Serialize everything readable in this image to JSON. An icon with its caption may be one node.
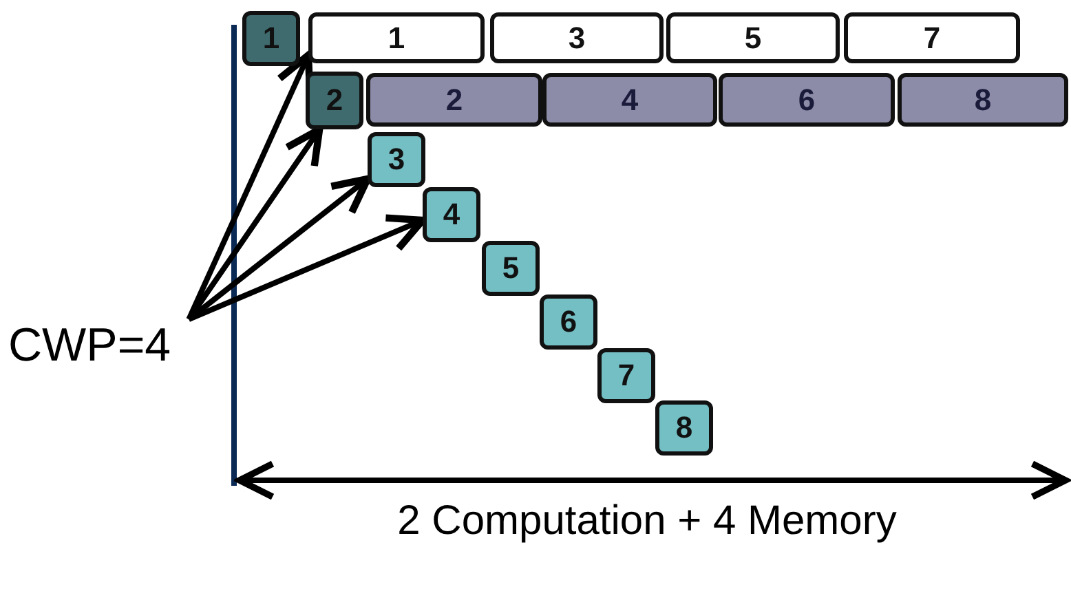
{
  "diagram": {
    "nodes": [
      {
        "text": [
          "1"
        ]
      },
      {
        "text": [
          "1"
        ]
      },
      {
        "text": [
          "3"
        ]
      },
      {
        "text": [
          "5"
        ]
      },
      {
        "text": [
          "7"
        ]
      },
      {
        "text": [
          "2"
        ]
      },
      {
        "text": [
          "2"
        ]
      },
      {
        "text": [
          "4"
        ]
      },
      {
        "text": [
          "6"
        ]
      },
      {
        "text": [
          "8"
        ]
      },
      {
        "text": [
          "3"
        ]
      },
      {
        "text": [
          "4"
        ]
      },
      {
        "text": [
          "5"
        ]
      },
      {
        "text": [
          "6"
        ]
      },
      {
        "text": [
          "7"
        ]
      },
      {
        "text": [
          "8"
        ]
      },
      {
        "text": [
          "CWP=4"
        ]
      }
    ],
    "edges": [
      {
        "from": 16,
        "to": 1,
        "arrow": "to"
      },
      {
        "from": 16,
        "to": 5,
        "arrow": "to"
      },
      {
        "from": 16,
        "to": 10,
        "arrow": "to"
      },
      {
        "from": 16,
        "to": 11,
        "arrow": "to"
      }
    ],
    "labels": [
      "2 Computation + 4 Memory"
    ]
  }
}
